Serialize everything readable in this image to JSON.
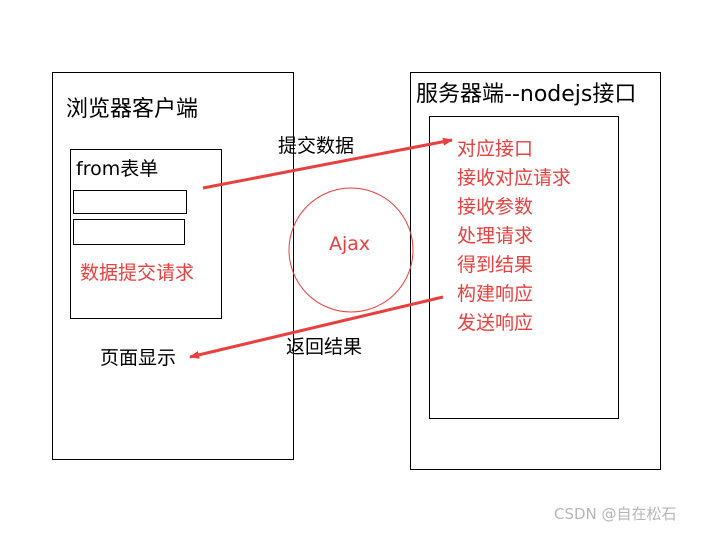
{
  "browser": {
    "title": "浏览器客户端",
    "form_title": "from表单",
    "submit_label": "数据提交请求",
    "display_label": "页面显示"
  },
  "server": {
    "title": "服务器端--nodejs接口",
    "steps": [
      "对应接口",
      "接收对应请求",
      "接收参数",
      "处理请求",
      "得到结果",
      "构建响应",
      "发送响应"
    ]
  },
  "arrows": {
    "submit_label": "提交数据",
    "return_label": "返回结果"
  },
  "center": {
    "label": "Ajax"
  },
  "watermark": "CSDN @自在松石",
  "colors": {
    "accent_red": "#e8403f",
    "line": "#000000"
  }
}
